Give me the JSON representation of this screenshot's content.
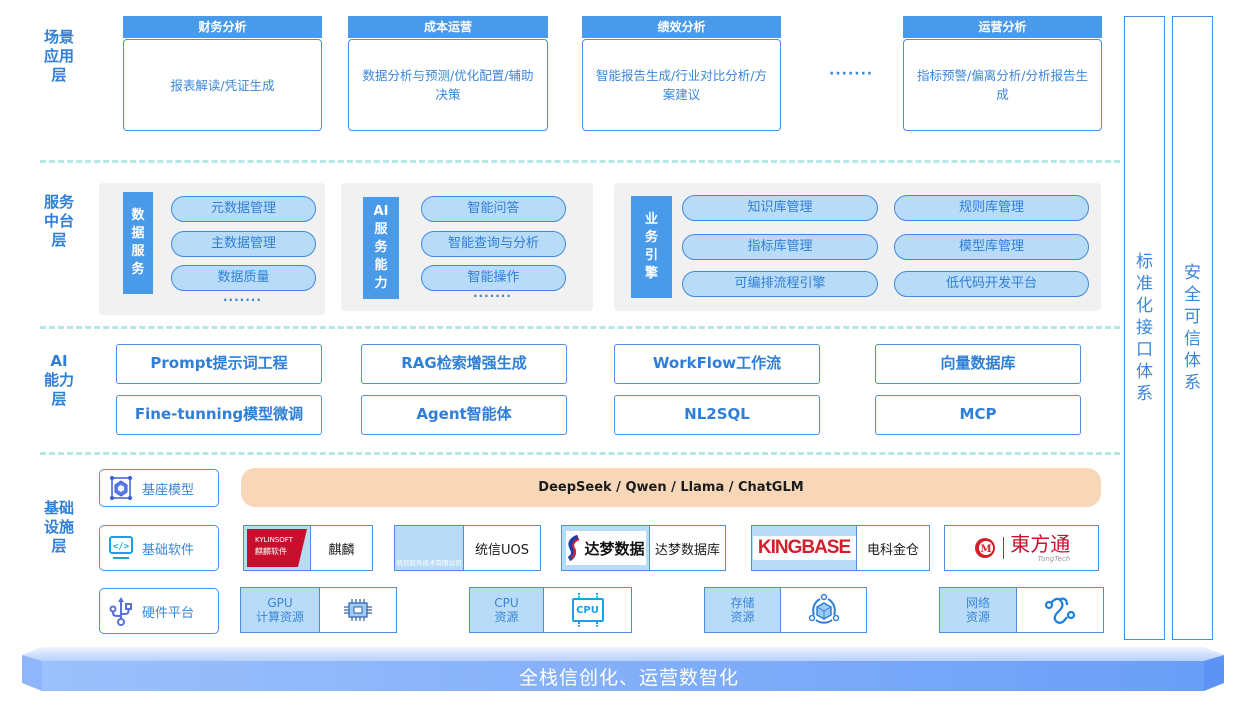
{
  "layers": {
    "scene": "场景应用层",
    "service": "服务中台层",
    "ai": "AI能力层",
    "infra": "基础设施层"
  },
  "scenes": [
    {
      "title": "财务分析",
      "body": "报表解读/凭证生成"
    },
    {
      "title": "成本运营",
      "body": "数据分析与预测/优化配置/辅助决策"
    },
    {
      "title": "绩效分析",
      "body": "智能报告生成/行业对比分析/方案建议"
    },
    {
      "title": "运营分析",
      "body": "指标预警/偏离分析/分析报告生成"
    }
  ],
  "scene_ellipsis": "·······",
  "service": {
    "data_service": {
      "tag": "数据服务",
      "items": [
        "元数据管理",
        "主数据管理",
        "数据质量"
      ],
      "more": "·······"
    },
    "ai_service": {
      "tag": "AI服务能力",
      "items": [
        "智能问答",
        "智能查询与分析",
        "智能操作"
      ],
      "more": "·······"
    },
    "biz_engine": {
      "tag": "业务引擎",
      "items": [
        "知识库管理",
        "规则库管理",
        "指标库管理",
        "模型库管理",
        "可编排流程引擎",
        "低代码开发平台"
      ]
    }
  },
  "ai_abilities": [
    "Prompt提示词工程",
    "RAG检索增强生成",
    "WorkFlow工作流",
    "向量数据库",
    "Fine-tunning模型微调",
    "Agent智能体",
    "NL2SQL",
    "MCP"
  ],
  "infra": {
    "categories": [
      {
        "label": "基座模型",
        "icon": "model-cube-icon"
      },
      {
        "label": "基础软件",
        "icon": "code-monitor-icon"
      },
      {
        "label": "硬件平台",
        "icon": "usb-icon"
      }
    ],
    "models": "DeepSeek / Qwen / Llama / ChatGLM",
    "vendors": [
      {
        "logo_text": "麒麟软件",
        "logo_sub": "KYLINSOFT",
        "name": "麒麟"
      },
      {
        "logo_text": "统信软件技术有限公司",
        "name": "统信UOS"
      },
      {
        "logo_text": "达梦数据",
        "name": "达梦数据库"
      },
      {
        "logo_text": "KINGBASE",
        "name": "电科金仓"
      },
      {
        "logo_text": "東方通",
        "logo_sub": "TongTech"
      }
    ],
    "hardware": [
      {
        "label": "GPU 计算资源",
        "line1": "GPU",
        "line2": "计算资源",
        "icon": "gpu-chip-icon"
      },
      {
        "label": "CPU 资源",
        "line1": "CPU",
        "line2": "资源",
        "icon": "cpu-chip-icon",
        "chip_text": "CPU"
      },
      {
        "label": "存储 资源",
        "line1": "存储",
        "line2": "资源",
        "icon": "storage-icon"
      },
      {
        "label": "网络 资源",
        "line1": "网络",
        "line2": "资源",
        "icon": "network-icon"
      }
    ]
  },
  "side": [
    "标准化接口体系",
    "安全可信体系"
  ],
  "base_banner": "全栈信创化、运营数智化",
  "colors": {
    "primary": "#4a9aea",
    "pill": "#b8dcf7",
    "models": "#f7d7b7",
    "dash": "#b4e6ea"
  }
}
